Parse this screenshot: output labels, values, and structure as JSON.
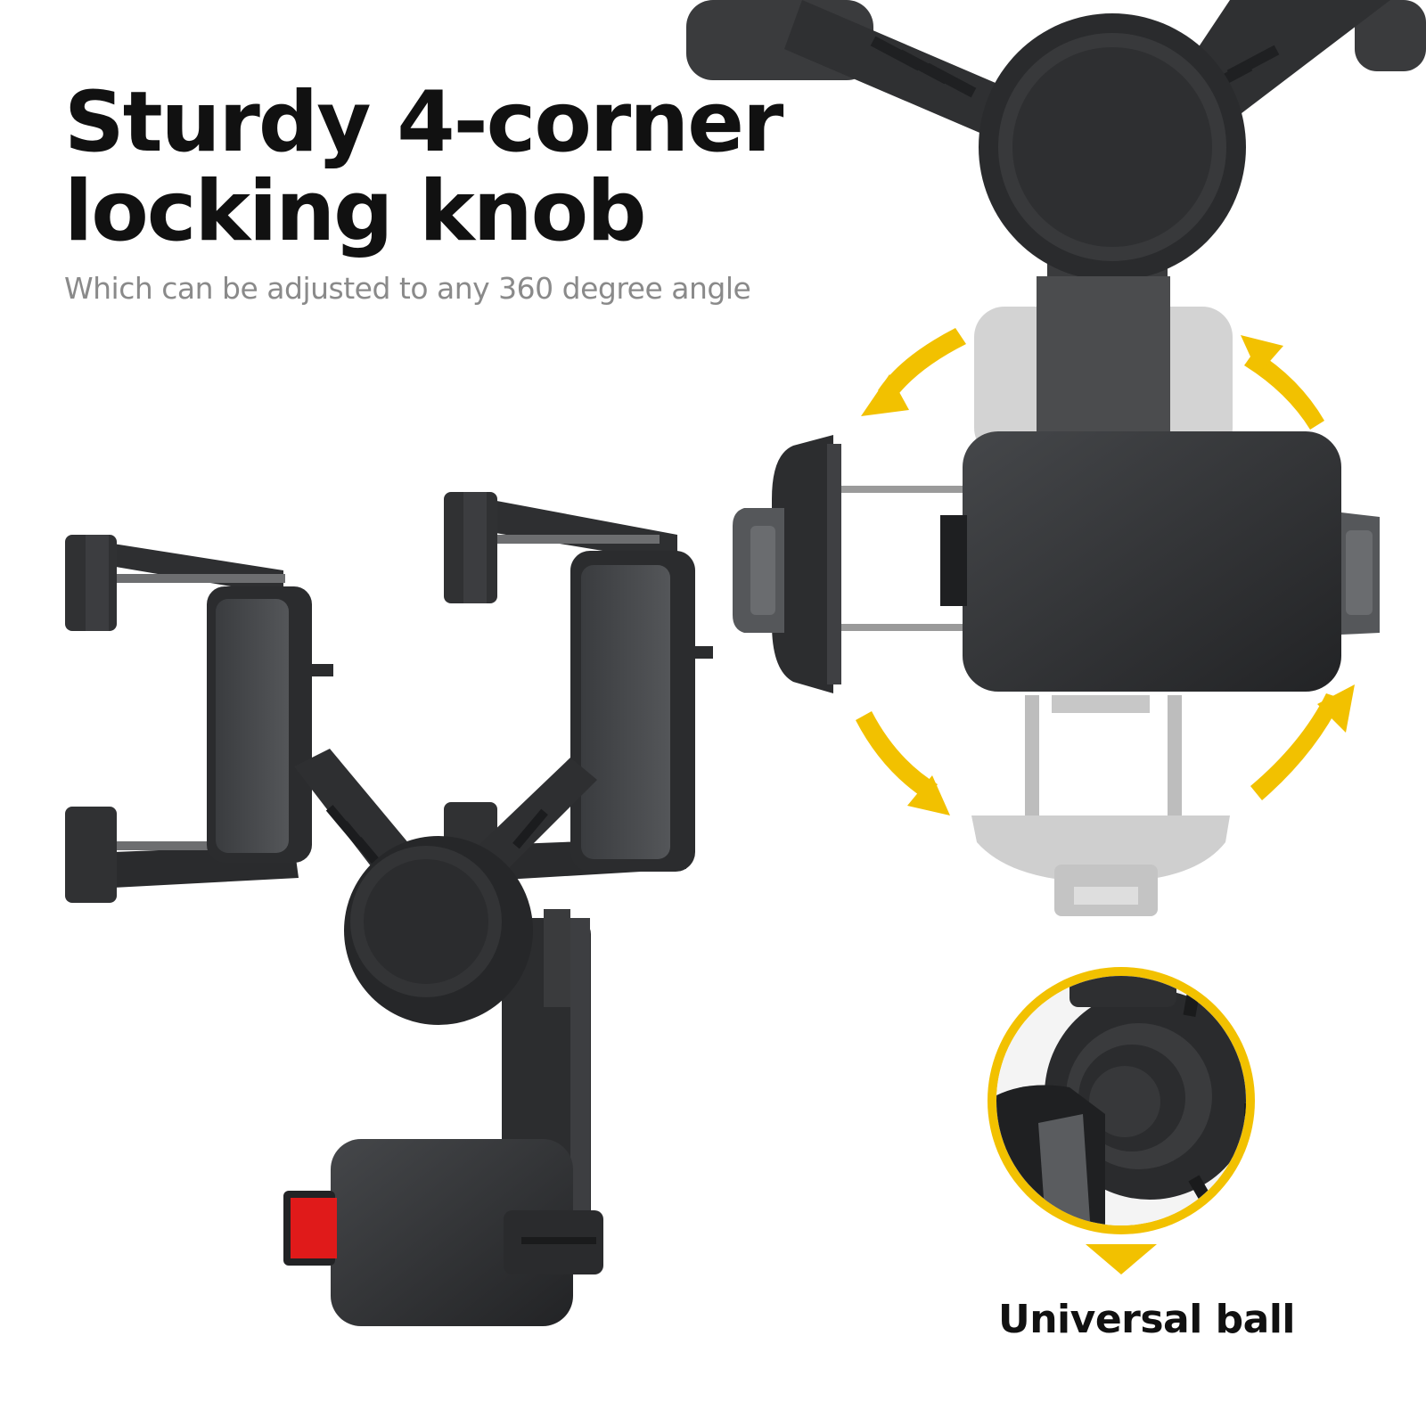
{
  "headline": {
    "line1": "Sturdy 4-corner",
    "line2": "locking knob"
  },
  "subheadline": "Which can be adjusted to any 360 degree angle",
  "callout_label": "Universal ball",
  "colors": {
    "accent_arrows": "#f2c100",
    "product_body": "#2b2c2e",
    "clamp_highlight": "#e01a1a",
    "ghost_position": "#c9c9c9"
  },
  "icons": [
    "rotation-arrow-icon",
    "callout-pointer-icon"
  ]
}
